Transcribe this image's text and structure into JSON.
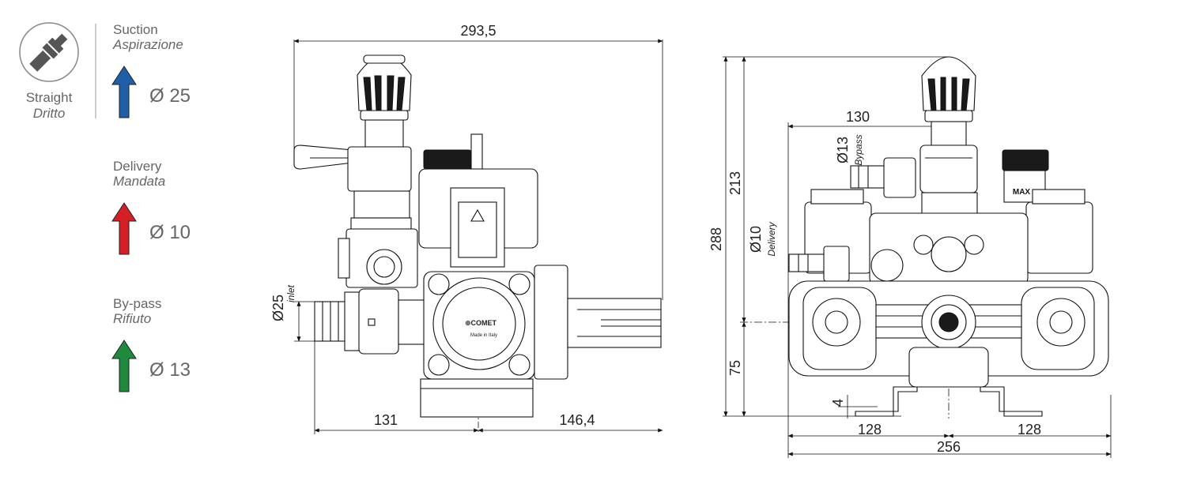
{
  "legend": {
    "fitting": {
      "line1": "Straight",
      "line2": "Dritto",
      "icon": "straight-fitting-icon"
    },
    "ports": [
      {
        "id": "suction",
        "label": "Suction",
        "label_it": "Aspirazione",
        "diameter": "Ø 25",
        "color": "#1f5fa8",
        "icon": "blue-arrow-icon"
      },
      {
        "id": "delivery",
        "label": "Delivery",
        "label_it": "Mandata",
        "diameter": "Ø 10",
        "color": "#d41f26",
        "icon": "red-arrow-icon"
      },
      {
        "id": "bypass",
        "label": "By-pass",
        "label_it": "Rifiuto",
        "diameter": "Ø 13",
        "color": "#1e8a3c",
        "icon": "green-arrow-icon"
      }
    ]
  },
  "side_view": {
    "overall_width": "293,5",
    "left_span": "131",
    "right_span": "146,4",
    "inlet_diameter": "Ø25",
    "inlet_label": "inlet",
    "badge_text": "Made in Italy"
  },
  "front_view": {
    "height_total": "288",
    "height_upper": "213",
    "height_axis": "75",
    "foot_thickness": "4",
    "bypass_offset": "130",
    "bypass_diameter": "Ø13",
    "bypass_label": "Bypass",
    "delivery_diameter": "Ø10",
    "delivery_label": "Delivery",
    "half_left": "128",
    "half_right": "128",
    "foot_width": "256",
    "max_label": "MAX"
  }
}
